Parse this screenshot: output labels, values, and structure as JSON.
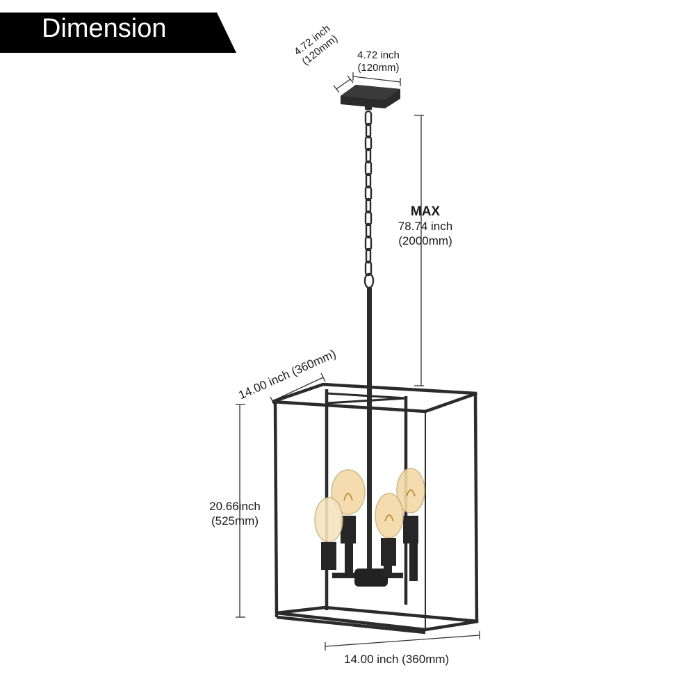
{
  "header": {
    "title": "Dimension"
  },
  "canopy": {
    "depth_label": "4.72 inch",
    "depth_sub": "(120mm)",
    "width_label": "4.72 inch",
    "width_sub": "(120mm)"
  },
  "chain": {
    "max_label": "MAX",
    "length_label": "78.74 inch",
    "length_sub": "(2000mm)"
  },
  "body": {
    "top_depth_label": "14.00 inch (360mm)",
    "height_label": "20.66inch",
    "height_sub": "(525mm)",
    "bottom_width_label": "14.00 inch (360mm)"
  },
  "colors": {
    "banner": "#000000",
    "fixture": "#2b2b2b",
    "dimension_line": "#333333",
    "bulb_glow": "#f3d9a6"
  }
}
